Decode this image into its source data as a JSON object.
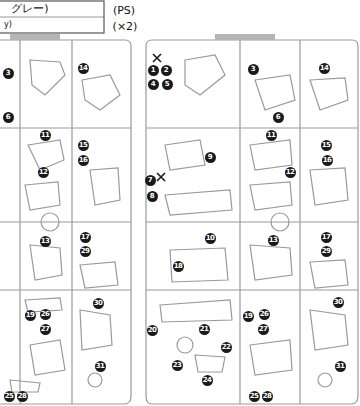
{
  "diagram": {
    "labels": [
      "グレー)",
      "y)",
      "(PS)",
      "(×2)",
      "3",
      "14",
      "6",
      "11",
      "15",
      "12",
      "16",
      "13",
      "17",
      "29",
      "19",
      "26",
      "27",
      "30",
      "31",
      "25",
      "28",
      "1",
      "2",
      "4",
      "5",
      "3",
      "14",
      "6",
      "11",
      "12",
      "15",
      "16",
      "9",
      "7",
      "8",
      "10",
      "13",
      "17",
      "29",
      "18",
      "30",
      "20",
      "21",
      "19",
      "26",
      "27",
      "22",
      "23",
      "24",
      "31",
      "25",
      "28"
    ]
  }
}
